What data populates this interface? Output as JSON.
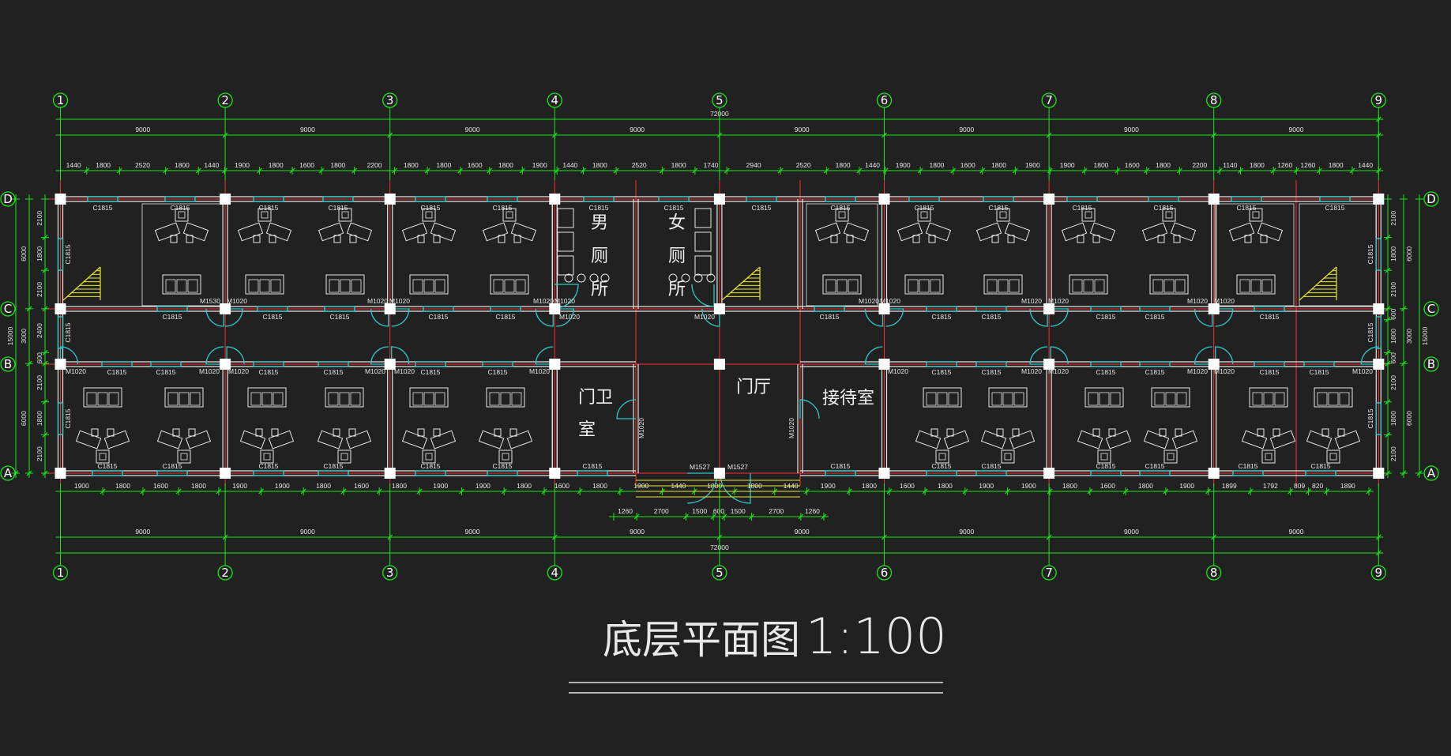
{
  "drawing": {
    "title": "底层平面图",
    "scale": "1:100",
    "colors": {
      "background": "#212121",
      "dimension": "#19e619",
      "wall": "#e6e6e6",
      "axis_line": "#ff2a2a",
      "window": "#2ec8c8",
      "stair": "#e6e632",
      "column": "#ffffff"
    }
  },
  "axes": {
    "numbers": [
      "1",
      "2",
      "3",
      "4",
      "5",
      "6",
      "7",
      "8",
      "9"
    ],
    "letters": [
      "D",
      "C",
      "B",
      "A"
    ]
  },
  "dimensions": {
    "overall": "72000",
    "bay": "9000",
    "top_detail": [
      "1440",
      "1800",
      "2520",
      "1800",
      "1440",
      "1900",
      "1800",
      "1600",
      "1800",
      "2200",
      "1800",
      "1800",
      "1600",
      "1800",
      "1900",
      "1440",
      "1800",
      "2520",
      "1800",
      "1740",
      "2940",
      "2520",
      "1800",
      "1440",
      "1900",
      "1800",
      "1600",
      "1800",
      "1900",
      "1900",
      "1800",
      "1600",
      "1800",
      "2200",
      "1140",
      "1800",
      "1260",
      "1260",
      "1800",
      "1440"
    ],
    "bottom_detail": [
      "1900",
      "1800",
      "1600",
      "1800",
      "1900",
      "1900",
      "1800",
      "1600",
      "1800",
      "1900",
      "1900",
      "1800",
      "1600",
      "1800",
      "1900",
      "1440",
      "1800",
      "1800",
      "1440",
      "1900",
      "1800",
      "1600",
      "1800",
      "1900",
      "1900",
      "1800",
      "1600",
      "1800",
      "1900",
      "1899",
      "1792",
      "809",
      "820",
      "1890"
    ],
    "entrance": [
      "1260",
      "2700",
      "1500",
      "600",
      "1500",
      "2700",
      "1260"
    ],
    "left_vertical": [
      "2100",
      "1800",
      "2100",
      "2400",
      "600",
      "2100",
      "1800",
      "2100"
    ],
    "left_vertical_outer": [
      "6000",
      "3000",
      "6000"
    ],
    "left_total": "15000",
    "right_vertical": [
      "2100",
      "1800",
      "2100",
      "600",
      "1800",
      "600",
      "2100",
      "1800",
      "2100"
    ],
    "right_vertical_outer": [
      "6000",
      "3000",
      "6000"
    ],
    "right_total": "15000"
  },
  "rooms": {
    "mens_toilet": [
      "男",
      "厕",
      "所"
    ],
    "womens_toilet": [
      "女",
      "厕",
      "所"
    ],
    "guard_room": [
      "门卫",
      "室"
    ],
    "lobby": "门厅",
    "reception": "接待室"
  },
  "labels": {
    "window": "C1815",
    "door": "M1020",
    "door_large": "M1530",
    "door_entry": "M1527"
  }
}
